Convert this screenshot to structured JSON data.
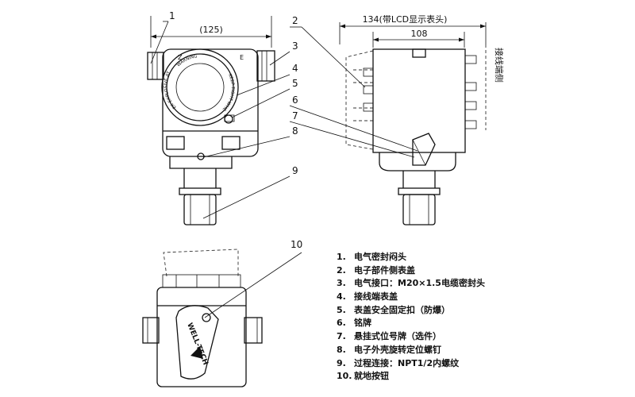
{
  "dimensions": {
    "front_width": "(125)",
    "side_with_lcd": "134(带LCD显示表头)",
    "side_width": "108",
    "wiring_side": "接线端侧"
  },
  "front_markings": {
    "ring_left": "EX EXPLOSIVE ATMOSPHERES",
    "ring_top": "WARNING",
    "ring_right": "KEEP TIGHT WHEN CIRCUIT ALIVE",
    "port_z": "Z",
    "port_e": "E"
  },
  "brand": "WELL-TECH",
  "callouts": [
    "1",
    "2",
    "3",
    "4",
    "5",
    "6",
    "7",
    "8",
    "9",
    "10"
  ],
  "legend": [
    {
      "num": "1.",
      "text": "电气密封闷头"
    },
    {
      "num": "2.",
      "text": "电子部件侧表盖"
    },
    {
      "num": "3.",
      "text": "电气接口：M20×1.5电缆密封头"
    },
    {
      "num": "4.",
      "text": "接线端表盖"
    },
    {
      "num": "5.",
      "text": "表盖安全固定扣（防爆）"
    },
    {
      "num": "6.",
      "text": "铭牌"
    },
    {
      "num": "7.",
      "text": "悬挂式位号牌（选件）"
    },
    {
      "num": "8.",
      "text": "电子外壳旋转定位螺钉"
    },
    {
      "num": "9.",
      "text": "过程连接：NPT1/2内螺纹"
    },
    {
      "num": "10.",
      "text": "就地按钮"
    }
  ]
}
